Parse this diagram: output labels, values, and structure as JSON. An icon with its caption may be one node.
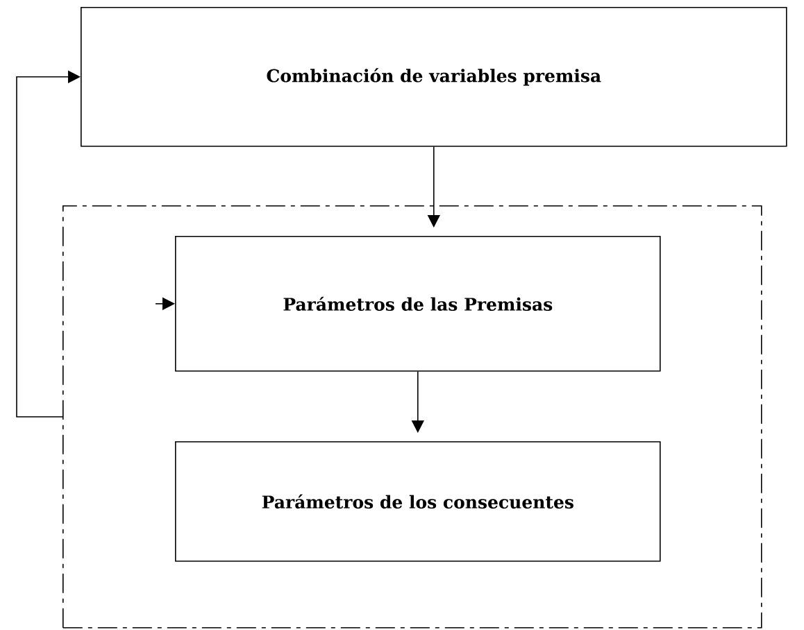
{
  "diagram": {
    "nodes": [
      {
        "text": [
          "Combinación de variables premisa"
        ]
      },
      {
        "text": [],
        "shape": "box"
      },
      {
        "text": [
          "Parámetros de las Premisas"
        ],
        "in": 1
      },
      {
        "text": [
          "Parámetros de los consecuentes"
        ],
        "in": 1
      }
    ],
    "edges": [
      {
        "from": 0,
        "to": 2,
        "arrow": "to"
      },
      {
        "from": 2,
        "to": 3,
        "arrow": "to"
      },
      {
        "from": 1,
        "to": 0,
        "arrow": "to"
      },
      {
        "from": null,
        "to": 2,
        "arrow": "to"
      }
    ]
  }
}
